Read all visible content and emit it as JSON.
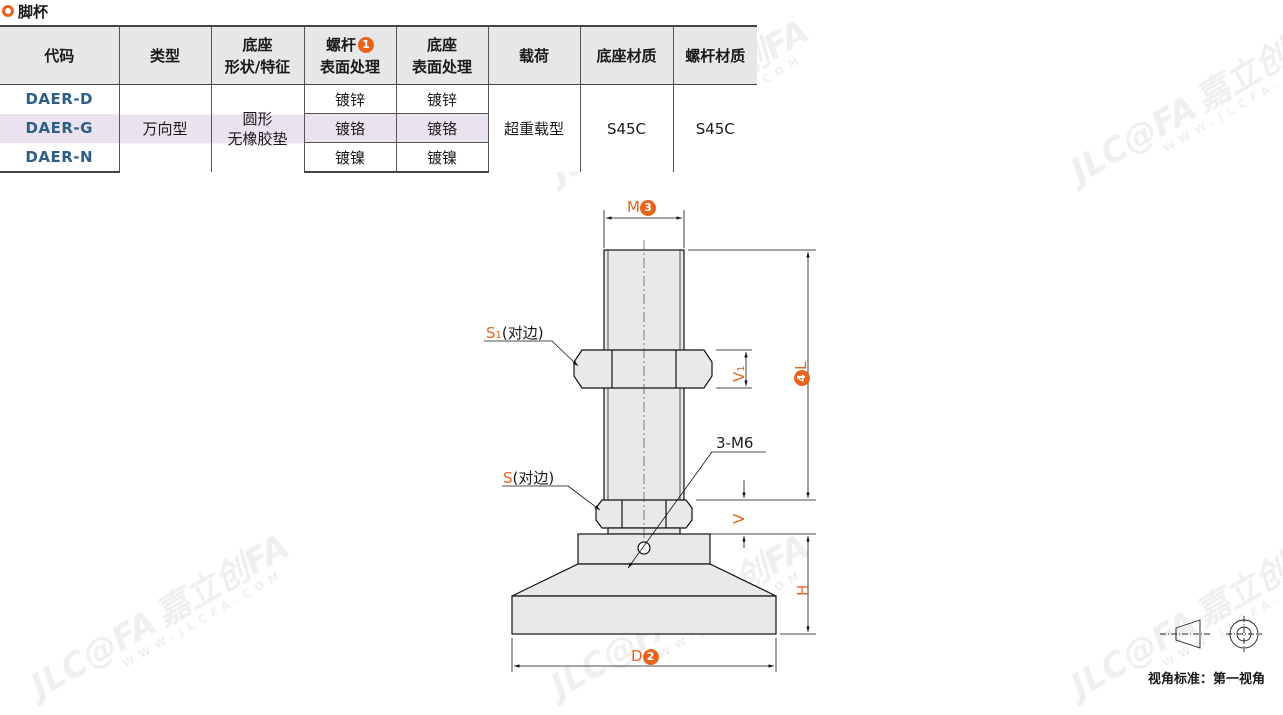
{
  "section": {
    "title": "脚杯"
  },
  "table": {
    "headers": [
      {
        "line1": "代码",
        "line2": "",
        "badge": ""
      },
      {
        "line1": "类型",
        "line2": "",
        "badge": ""
      },
      {
        "line1": "底座",
        "line2": "形状/特征",
        "badge": ""
      },
      {
        "line1": "螺杆",
        "line2": "表面处理",
        "badge": "1"
      },
      {
        "line1": "底座",
        "line2": "表面处理",
        "badge": ""
      },
      {
        "line1": "载荷",
        "line2": "",
        "badge": ""
      },
      {
        "line1": "底座材质",
        "line2": "",
        "badge": ""
      },
      {
        "line1": "螺杆材质",
        "line2": "",
        "badge": ""
      }
    ],
    "codes": [
      "DAER-D",
      "DAER-G",
      "DAER-N"
    ],
    "type": "万向型",
    "base_shape_line1": "圆形",
    "base_shape_line2": "无橡胶垫",
    "screw_treatment": [
      "镀锌",
      "镀铬",
      "镀镍"
    ],
    "base_treatment": [
      "镀锌",
      "镀铬",
      "镀镍"
    ],
    "load": "超重载型",
    "base_material": "S45C",
    "screw_material": "S45C"
  },
  "drawing": {
    "label_m": "M",
    "badge_m": "3",
    "label_s1_main": "S",
    "label_s1_sub": "1",
    "label_s1_suffix": "(对边)",
    "label_v1_main": "V",
    "label_v1_sub": "1",
    "label_l": "L",
    "badge_l": "4",
    "label_3m6": "3-M6",
    "label_s": "S",
    "label_s_suffix": "(对边)",
    "label_v": "V",
    "label_h": "H",
    "label_d": "D",
    "badge_d": "2"
  },
  "view_standard": "视角标准：第一视角",
  "watermark": {
    "logo": "JLC@FA",
    "brand": "嘉立创FA",
    "url": "WWW.JLCFA.COM"
  },
  "colors": {
    "accent": "#e8641c",
    "code_blue": "#2d5f86",
    "header_bg": "#e7e7e7",
    "highlight_row": "#ebe2ef"
  }
}
